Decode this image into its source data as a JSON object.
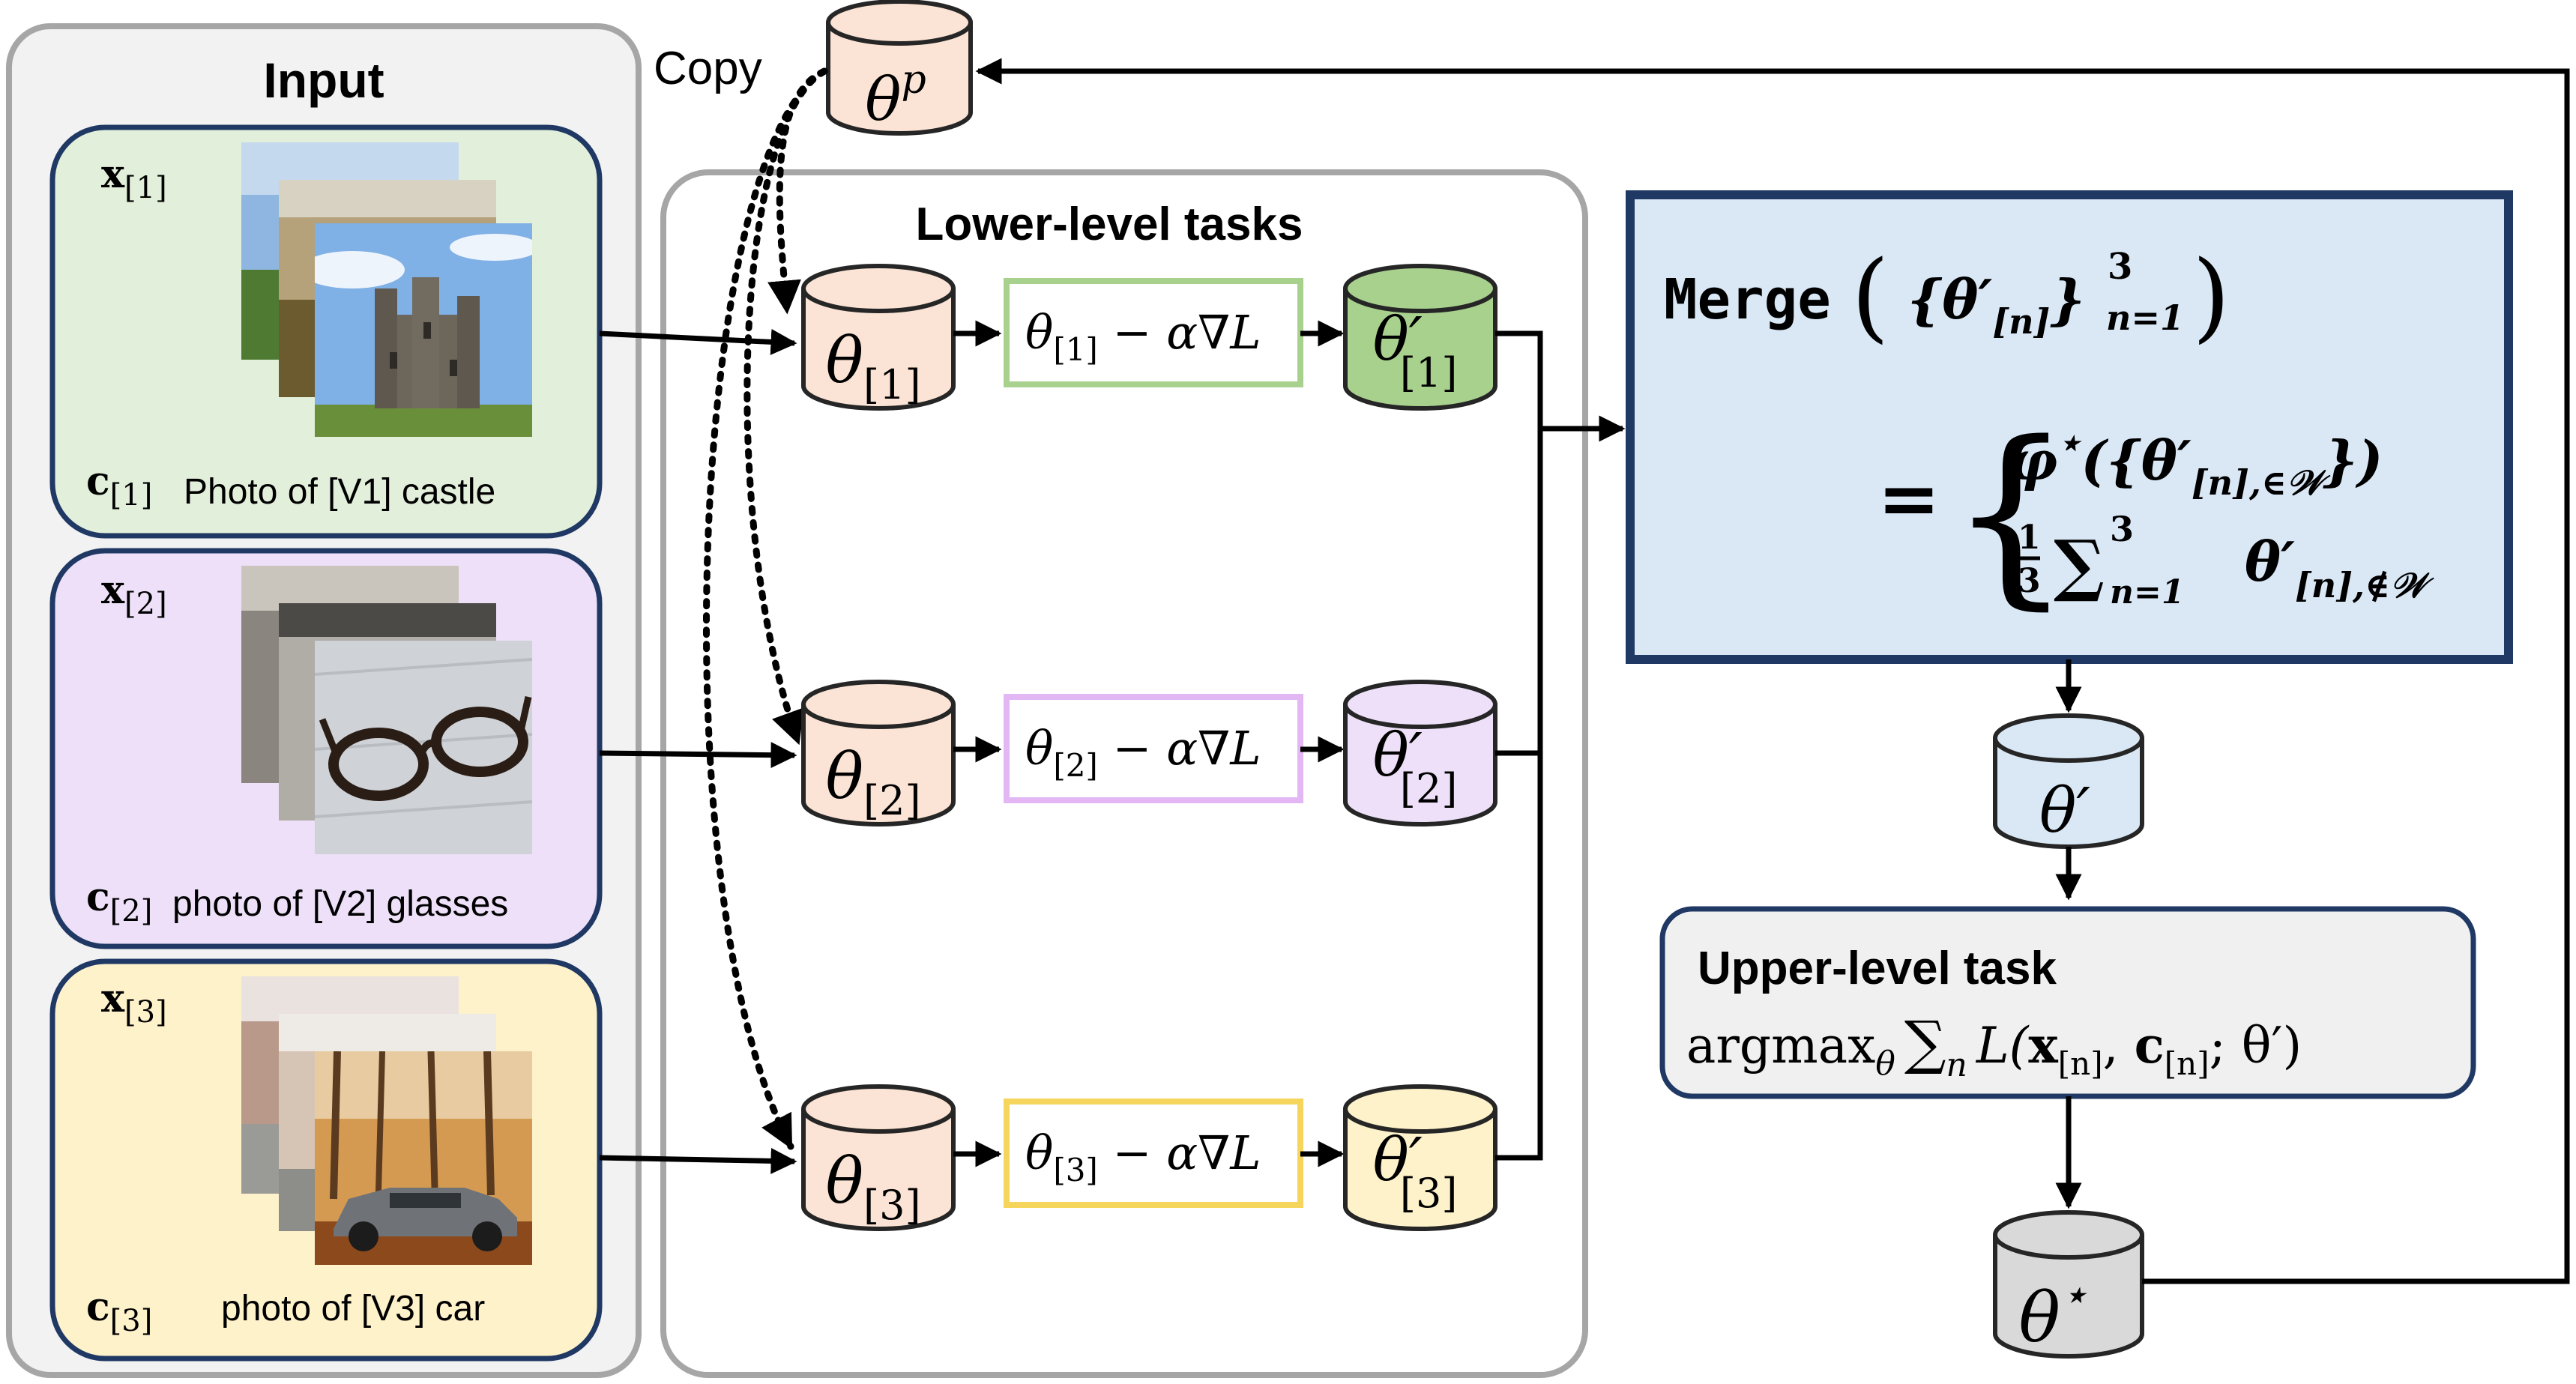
{
  "input_panel": {
    "title": "Input",
    "samples": [
      {
        "x_label": "x",
        "x_sub": "[1]",
        "c_label": "c",
        "c_sub": "[1]",
        "caption": "Photo of [V1] castle",
        "fill": "#e2efda",
        "images": [
          "sky-field-photo",
          "landscape-photo",
          "castle-photo"
        ]
      },
      {
        "x_label": "x",
        "x_sub": "[2]",
        "c_label": "c",
        "c_sub": "[2]",
        "caption": "photo of [V2] glasses",
        "fill": "#ede0f8",
        "images": [
          "desk-photo",
          "laptop-edge-photo",
          "glasses-photo"
        ]
      },
      {
        "x_label": "x",
        "x_sub": "[3]",
        "c_label": "c",
        "c_sub": "[3]",
        "caption": "photo of [V3] car",
        "fill": "#fef2cb",
        "images": [
          "street-photo",
          "building-photo",
          "car-in-forest-photo"
        ]
      }
    ]
  },
  "copy_label": "Copy",
  "theta_p": {
    "base": "θ",
    "sup": "p",
    "fill": "#fbe4d5"
  },
  "lower_panel": {
    "title": "Lower-level tasks",
    "tasks": [
      {
        "theta_base": "θ",
        "theta_sub": "[1]",
        "update_theta": "θ",
        "update_sub": "[1]",
        "update_rest": " − α∇L",
        "update_border": "#a9d18e",
        "out_base": "θ′",
        "out_sub": "[1]",
        "out_fill": "#a9d18e"
      },
      {
        "theta_base": "θ",
        "theta_sub": "[2]",
        "update_theta": "θ",
        "update_sub": "[2]",
        "update_rest": " − α∇L",
        "update_border": "#e2b7f4",
        "out_base": "θ′",
        "out_sub": "[2]",
        "out_fill": "#ede0f8"
      },
      {
        "theta_base": "θ",
        "theta_sub": "[3]",
        "update_theta": "θ",
        "update_sub": "[3]",
        "update_rest": " − α∇L",
        "update_border": "#f6d55c",
        "out_base": "θ′",
        "out_sub": "[3]",
        "out_fill": "#fef2cb"
      }
    ]
  },
  "merge_box": {
    "keyword": "Merge",
    "arg_theta": "θ′",
    "arg_sub": "[n]",
    "arg_sup": "3",
    "arg_lower": "n=1",
    "case1_phi": "φ",
    "case1_star": "⋆",
    "case1_theta": "θ′",
    "case1_sub": "[n],∈𝒲",
    "case2_frac_num": "1",
    "case2_frac_den": "3",
    "case2_sum_sup": "3",
    "case2_sum_sub": "n=1",
    "case2_theta": "θ′",
    "case2_sub": "[n],∉𝒲",
    "equals": "=",
    "fill": "#dae8f6",
    "border": "#1f3864"
  },
  "theta_prime": {
    "label": "θ′",
    "fill": "#dae8f6"
  },
  "upper_task": {
    "title": "Upper-level task",
    "formula_op": "argmax",
    "formula_op_sub": "θ",
    "formula_sum_sub": "n",
    "formula_L": "L(",
    "formula_x": "x",
    "formula_x_sub": "[n]",
    "formula_c": "c",
    "formula_c_sub": "[n]",
    "formula_end": "; θ′)",
    "fill": "#f0f0f0",
    "border": "#1f3864"
  },
  "theta_star": {
    "base": "θ",
    "sup": "⋆",
    "fill": "#d9d9d9"
  },
  "colors": {
    "cyl_orange": "#fbe4d5",
    "panel_bg": "#f2f2f2",
    "panel_border": "#a6a6a6",
    "navy": "#1f3864",
    "stroke": "#404040"
  }
}
